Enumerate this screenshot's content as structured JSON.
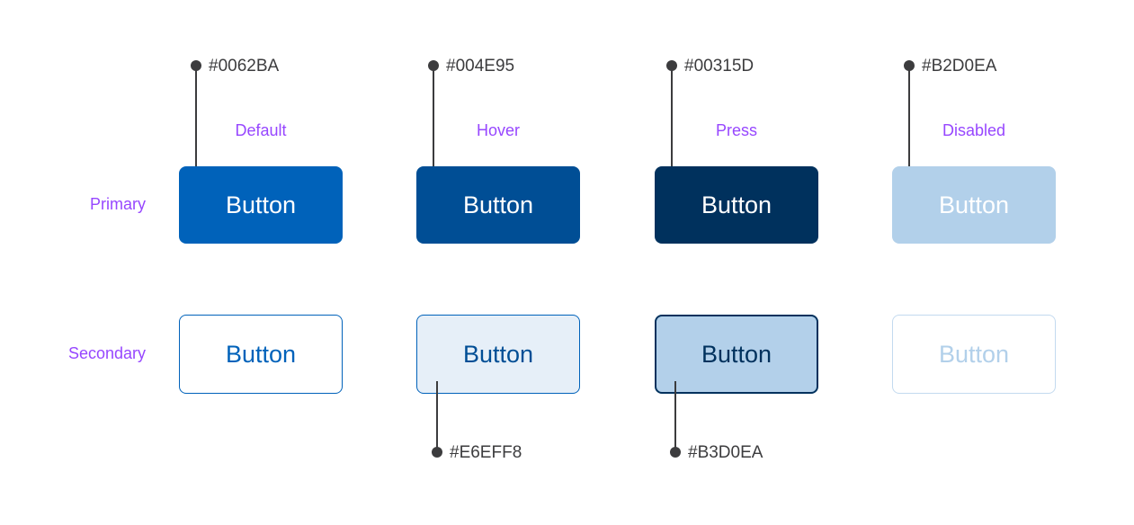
{
  "palette": {
    "background": "#FFFFFF",
    "annotation": "#3C3C3E",
    "purple": "#9747FF"
  },
  "button_label": "Button",
  "row_labels": {
    "primary": "Primary",
    "secondary": "Secondary"
  },
  "columns": [
    {
      "state": "Default",
      "primary": {
        "hex": "#0062BA",
        "bg": "#0062BA",
        "text": "#FFFFFF"
      },
      "secondary": {
        "bg": "#FFFFFF",
        "border": "#0062BA",
        "text": "#0062BA"
      }
    },
    {
      "state": "Hover",
      "primary": {
        "hex": "#004E95",
        "bg": "#004E95",
        "text": "#FFFFFF"
      },
      "secondary": {
        "hex": "#E6EFF8",
        "bg": "#E6EFF8",
        "border": "#0062BA",
        "text": "#004E95"
      }
    },
    {
      "state": "Press",
      "primary": {
        "hex": "#00315D",
        "bg": "#00315D",
        "text": "#FFFFFF"
      },
      "secondary": {
        "hex": "#B3D0EA",
        "bg": "#B3D0EA",
        "border": "#00315D",
        "text": "#00315D"
      }
    },
    {
      "state": "Disabled",
      "primary": {
        "hex": "#B2D0EA",
        "bg": "#B2D0EA",
        "text": "#FFFFFF"
      },
      "secondary": {
        "bg": "#FFFFFF",
        "border": "#C3DAEF",
        "text": "#B2D0EA"
      }
    }
  ]
}
